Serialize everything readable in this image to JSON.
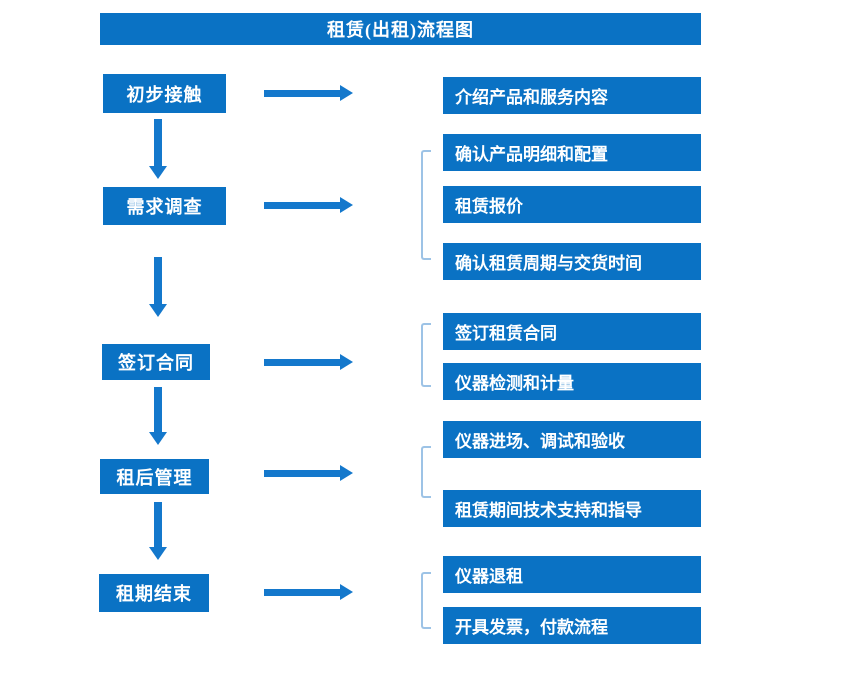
{
  "title": "租赁(出租)流程图",
  "colors": {
    "box_blue": "#0a72c4",
    "arrow_blue": "#1478cc",
    "bracket_blue": "#9dc3e6",
    "text_white": "#ffffff",
    "background": "#ffffff"
  },
  "stages": [
    {
      "label": "初步接触",
      "details": [
        "介绍产品和服务内容"
      ]
    },
    {
      "label": "需求调查",
      "details": [
        "确认产品明细和配置",
        "租赁报价",
        "确认租赁周期与交货时间"
      ]
    },
    {
      "label": "签订合同",
      "details": [
        "签订租赁合同",
        "仪器检测和计量"
      ]
    },
    {
      "label": "租后管理",
      "details": [
        "仪器进场、调试和验收",
        "租赁期间技术支持和指导"
      ]
    },
    {
      "label": "租期结束",
      "details": [
        "仪器退租",
        "开具发票，付款流程"
      ]
    }
  ]
}
